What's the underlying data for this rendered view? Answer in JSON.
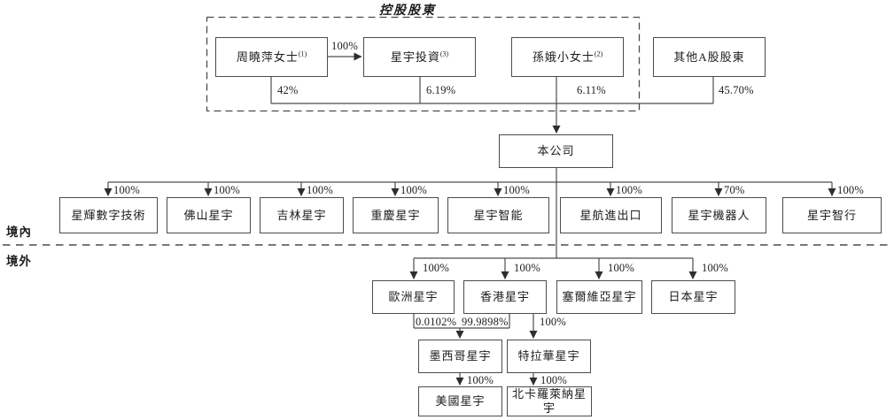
{
  "group": {
    "title": "控股股東"
  },
  "company": {
    "label": "本公司"
  },
  "regions": {
    "domestic_label": "境內",
    "overseas_label": "境外"
  },
  "shareholders": {
    "zhou": {
      "label": "周曉萍女士",
      "sup": "(1)",
      "pct": "42%"
    },
    "xingyu_investment": {
      "label": "星宇投資",
      "sup": "(3)",
      "pct": "6.19%"
    },
    "sun": {
      "label": "孫娥小女士",
      "sup": "(2)",
      "pct": "6.11%"
    },
    "other_a_share": {
      "label": "其他A股股東",
      "pct": "45.70%"
    },
    "zhou_to_investment_pct": "100%"
  },
  "domestic": [
    {
      "label": "星輝數字技術",
      "pct": "100%"
    },
    {
      "label": "佛山星宇",
      "pct": "100%"
    },
    {
      "label": "吉林星宇",
      "pct": "100%"
    },
    {
      "label": "重慶星宇",
      "pct": "100%"
    },
    {
      "label": "星宇智能",
      "pct": "100%"
    },
    {
      "label": "星航進出口",
      "pct": "100%"
    },
    {
      "label": "星宇機器人",
      "pct": "70%"
    },
    {
      "label": "星宇智行",
      "pct": "100%"
    }
  ],
  "overseas": [
    {
      "label": "歐洲星宇",
      "pct": "100%"
    },
    {
      "label": "香港星宇",
      "pct": "100%"
    },
    {
      "label": "塞爾維亞星宇",
      "pct": "100%"
    },
    {
      "label": "日本星宇",
      "pct": "100%"
    }
  ],
  "sub_overseas": {
    "mexico": {
      "label": "墨西哥星宇",
      "from_europe_pct": "0.0102%",
      "from_hk_pct": "99.9898%"
    },
    "delaware": {
      "label": "特拉華星宇",
      "from_hk_pct": "100%"
    },
    "usa": {
      "label": "美國星宇",
      "from_mexico_pct": "100%"
    },
    "north_carolina": {
      "label": "北卡羅萊納星宇",
      "from_delaware_pct": "100%"
    }
  }
}
